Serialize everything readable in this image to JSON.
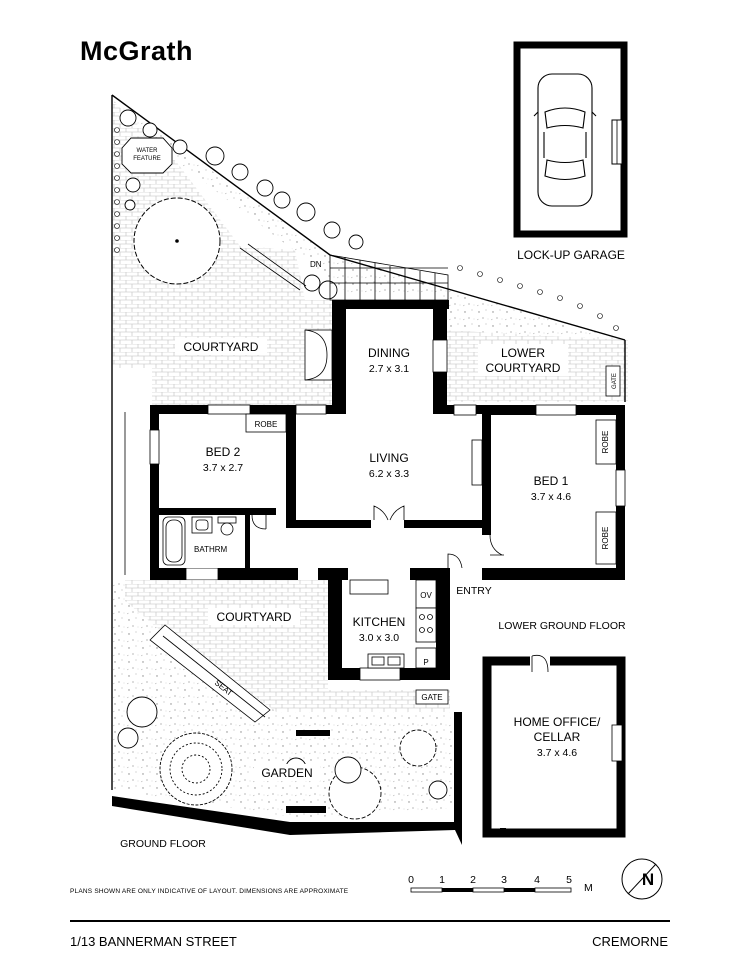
{
  "brand": {
    "logo_text": "McGrath"
  },
  "rooms": {
    "dining": {
      "name": "DINING",
      "size": "2.7 x 3.1"
    },
    "living": {
      "name": "LIVING",
      "size": "6.2 x 3.3"
    },
    "bed2": {
      "name": "BED 2",
      "size": "3.7 x 2.7"
    },
    "bed1": {
      "name": "BED 1",
      "size": "3.7 x 4.6"
    },
    "kitchen": {
      "name": "KITCHEN",
      "size": "3.0 x 3.0"
    },
    "office": {
      "name_line1": "HOME OFFICE/",
      "name_line2": "CELLAR",
      "size": "3.7 x 4.6"
    }
  },
  "labels": {
    "lockup_garage": "LOCK-UP GARAGE",
    "courtyard_upper": "COURTYARD",
    "lower_courtyard_line1": "LOWER",
    "lower_courtyard_line2": "COURTYARD",
    "courtyard_mid": "COURTYARD",
    "garden": "GARDEN",
    "water_feature_line1": "WATER",
    "water_feature_line2": "FEATURE",
    "robe": "ROBE",
    "robe_bed1_top": "ROBE",
    "robe_bed1_bottom": "ROBE",
    "gate_right": "GATE",
    "gate_bottom": "GATE",
    "bathrm": "BATHRM",
    "entry": "ENTRY",
    "dn": "DN",
    "ov": "OV",
    "p": "P",
    "seat": "SEAT",
    "lower_ground_floor": "LOWER GROUND FLOOR",
    "ground_floor": "GROUND FLOOR"
  },
  "scale": {
    "ticks": [
      "0",
      "1",
      "2",
      "3",
      "4",
      "5"
    ],
    "unit": "M"
  },
  "compass": {
    "letter": "N"
  },
  "disclaimer": "PLANS SHOWN ARE ONLY INDICATIVE OF LAYOUT. DIMENSIONS ARE APPROXIMATE",
  "footer": {
    "address": "1/13 BANNERMAN STREET",
    "suburb": "CREMORNE"
  }
}
